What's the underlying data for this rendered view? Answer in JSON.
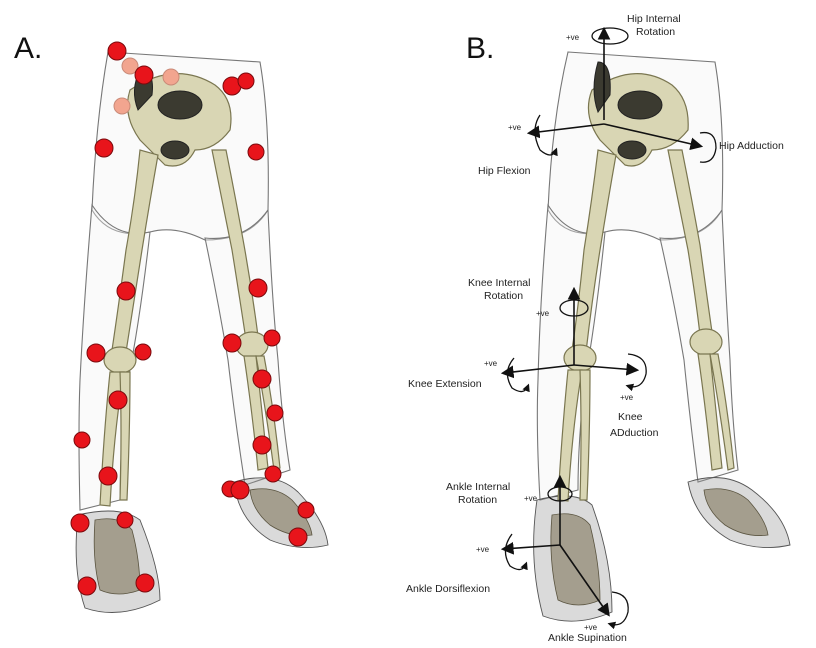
{
  "panels": {
    "a": {
      "letter": "A."
    },
    "b": {
      "letter": "B."
    }
  },
  "axes": {
    "hip_internal_rotation": {
      "line1": "Hip Internal",
      "line2": "Rotation"
    },
    "hip_flexion": {
      "line1": "Hip Flexion"
    },
    "hip_adduction": {
      "line1": "Hip Adduction"
    },
    "knee_internal_rotation": {
      "line1": "Knee Internal",
      "line2": "Rotation"
    },
    "knee_extension": {
      "line1": "Knee Extension"
    },
    "knee_adduction": {
      "line1": "Knee",
      "line2": "ADduction"
    },
    "ankle_internal_rotation": {
      "line1": "Ankle Internal",
      "line2": "Rotation"
    },
    "ankle_dorsiflexion": {
      "line1": "Ankle Dorsiflexion"
    },
    "ankle_supination": {
      "line1": "Ankle Supination"
    }
  },
  "positive_label": "+ve",
  "colors": {
    "marker": "#e8141b",
    "marker_pale": "#f2a58f",
    "bone": "#d9d6b4",
    "wireframe": "#8a8a8a"
  }
}
